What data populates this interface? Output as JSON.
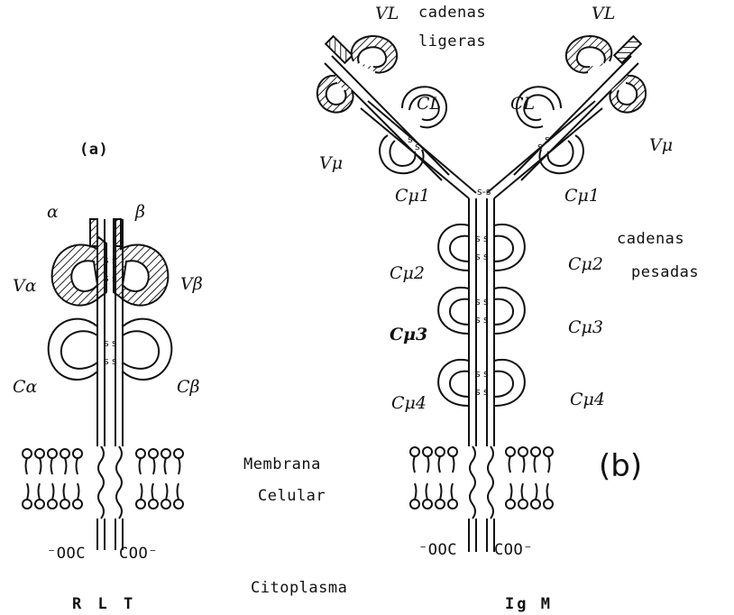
{
  "tcr": {
    "title": "(a)",
    "alpha": "α",
    "beta": "β",
    "v_alpha": "Vα",
    "v_beta": "Vβ",
    "c_alpha": "Cα",
    "c_beta": "Cβ",
    "ooc": "⁻OOC",
    "coo": "COO⁻",
    "name": "R L T"
  },
  "center": {
    "membrana": "Membrana",
    "celular": "Celular",
    "citoplasma": "Citoplasma"
  },
  "igm": {
    "vl_left": "VL",
    "vl_right": "VL",
    "light_chains_1": "cadenas",
    "light_chains_2": "ligeras",
    "cl_left": "CL",
    "cl_right": "CL",
    "vh_left": "Vμ",
    "vh_right": "Vμ",
    "cmu1_left": "Cμ1",
    "cmu1_right": "Cμ1",
    "heavy_chains_1": "cadenas",
    "heavy_chains_2": "pesadas",
    "cmu2_left": "Cμ2",
    "cmu2_right": "Cμ2",
    "cmu3_left": "Cμ3",
    "cmu3_right": "Cμ3",
    "cmu4_left": "Cμ4",
    "cmu4_right": "Cμ4",
    "title": "(b)",
    "ooc": "⁻OOC",
    "coo": "COO⁻",
    "name": "Ig M"
  }
}
